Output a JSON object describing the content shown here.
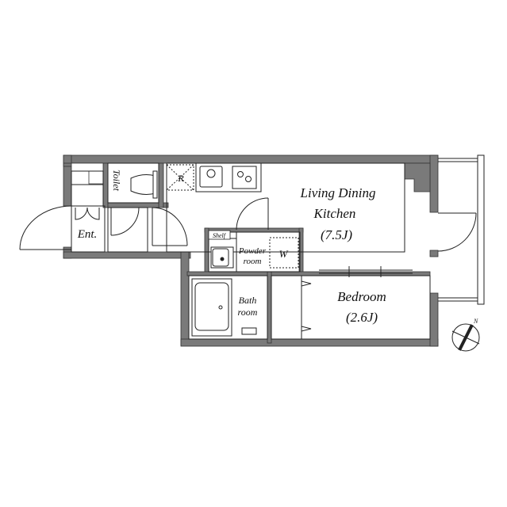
{
  "diagram": {
    "type": "apartment-floor-plan",
    "layout": "1K",
    "colors": {
      "wall": "#7a7a7a",
      "line": "#222222",
      "background": "#ffffff"
    },
    "rooms": [
      {
        "id": "ldk",
        "line1": "Living Dining",
        "line2": "Kitchen",
        "size": "(7.5J)"
      },
      {
        "id": "bedroom",
        "line1": "Bedroom",
        "size": "(2.6J)"
      },
      {
        "id": "toilet",
        "label": "Toilet"
      },
      {
        "id": "entrance",
        "label": "Ent."
      },
      {
        "id": "powder",
        "line1": "Powder",
        "line2": "room"
      },
      {
        "id": "bath",
        "line1": "Bath",
        "line2": "room"
      },
      {
        "id": "shelf",
        "label": "Shelf"
      },
      {
        "id": "washer",
        "label": "W"
      },
      {
        "id": "fridge",
        "label": "R"
      }
    ],
    "compass": {
      "label": "N"
    }
  }
}
